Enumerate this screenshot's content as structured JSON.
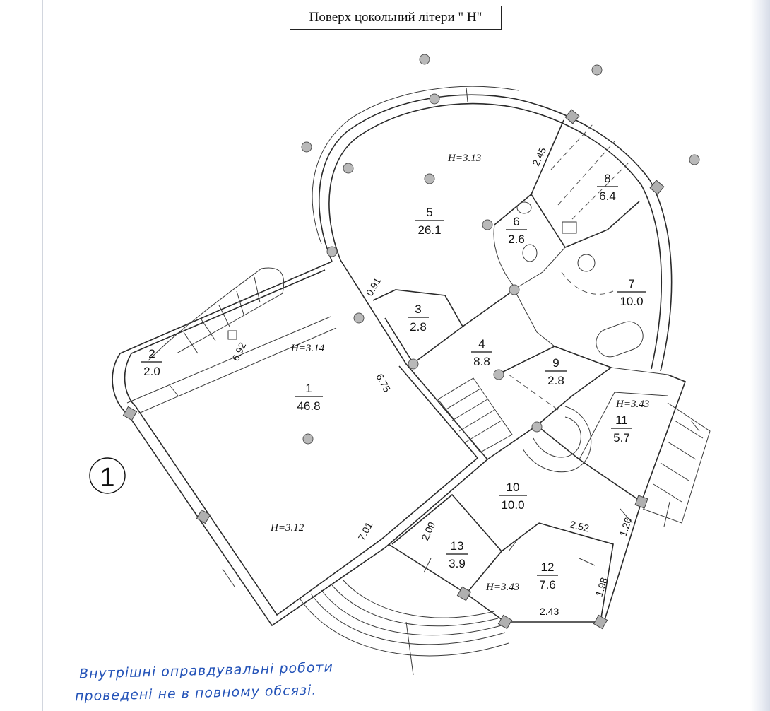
{
  "title": "Поверх цокольний літери \" Н\"",
  "axis_marker": "1",
  "rooms": [
    {
      "id": "1",
      "area": "46.8"
    },
    {
      "id": "2",
      "area": "2.0"
    },
    {
      "id": "3",
      "area": "2.8"
    },
    {
      "id": "4",
      "area": "8.8"
    },
    {
      "id": "5",
      "area": "26.1"
    },
    {
      "id": "6",
      "area": "2.6"
    },
    {
      "id": "7",
      "area": "10.0"
    },
    {
      "id": "8",
      "area": "6.4"
    },
    {
      "id": "9",
      "area": "2.8"
    },
    {
      "id": "10",
      "area": "10.0"
    },
    {
      "id": "11",
      "area": "5.7"
    },
    {
      "id": "12",
      "area": "7.6"
    },
    {
      "id": "13",
      "area": "3.9"
    }
  ],
  "heights": [
    "H=3.13",
    "H=3.14",
    "H=3.12",
    "H=3.43",
    "H=3.43"
  ],
  "dimensions": [
    "2.45",
    "0.91",
    "6.92",
    "6.75",
    "7.01",
    "2.09",
    "2.52",
    "1.26",
    "1.98",
    "2.43"
  ],
  "note_lines": [
    "Внутрішні оправдувальні роботи",
    "проведені не в повному обсязі."
  ],
  "colors": {
    "ink": "#111111",
    "note": "#2453b8"
  }
}
